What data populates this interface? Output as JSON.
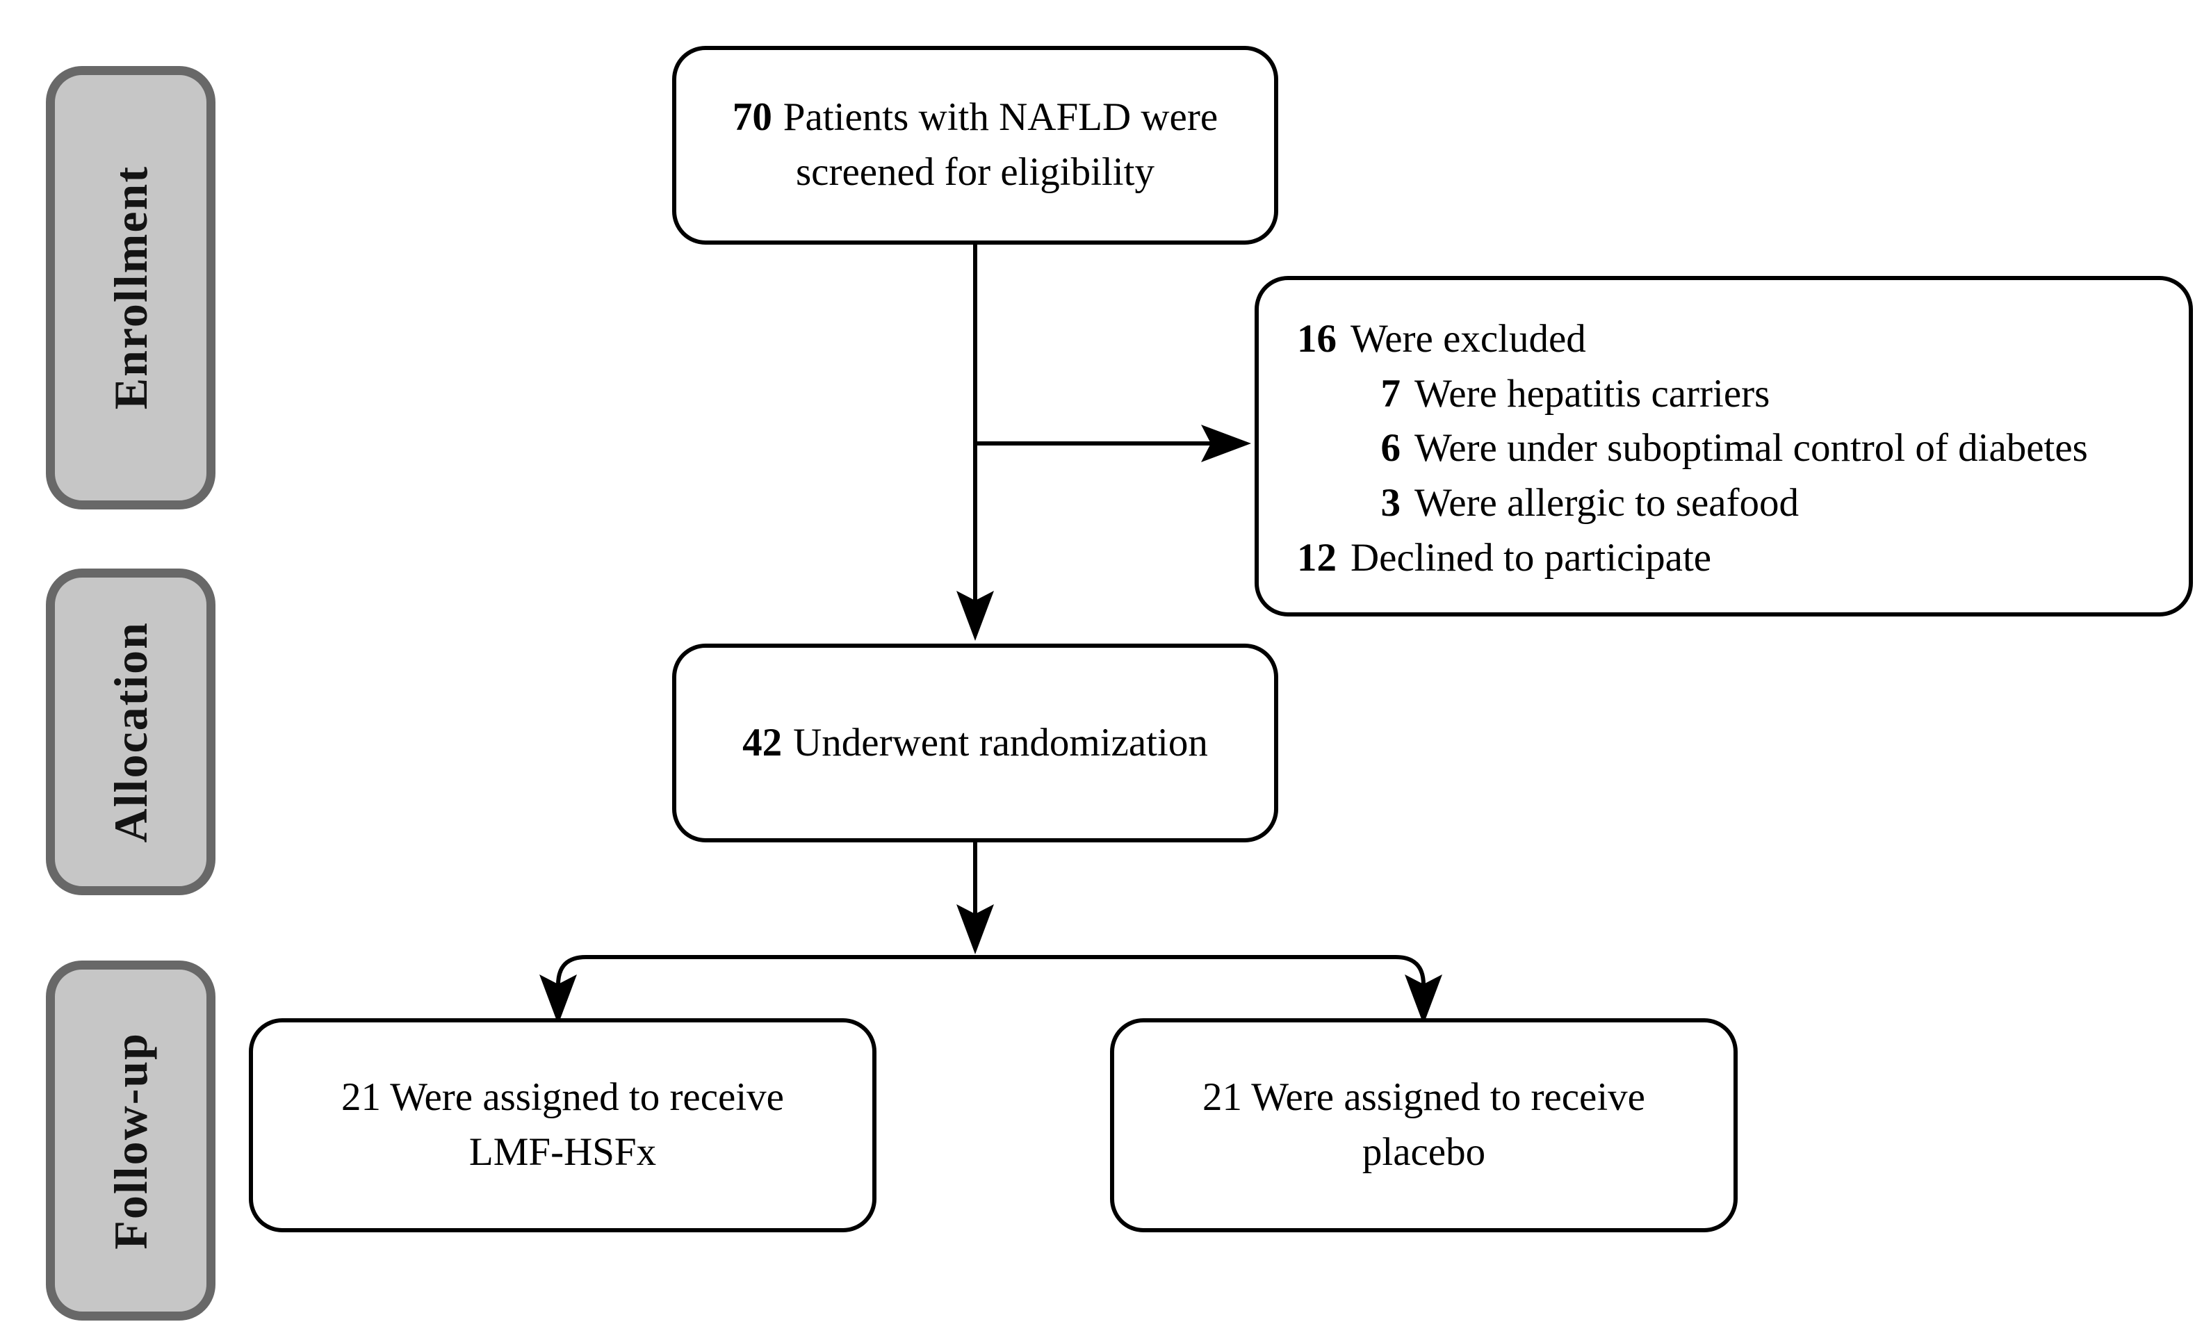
{
  "stages": [
    {
      "label": "Enrollment"
    },
    {
      "label": "Allocation"
    },
    {
      "label": "Follow-up"
    }
  ],
  "boxes": {
    "screening": {
      "number": "70",
      "line1": "Patients with NAFLD were",
      "line2": "screened for eligibility"
    },
    "excluded": {
      "items": [
        {
          "number": "16",
          "text": "Were excluded"
        },
        {
          "number": "7",
          "text": "Were hepatitis carriers"
        },
        {
          "number": "6",
          "text": "Were under suboptimal control of diabetes"
        },
        {
          "number": "3",
          "text": "Were allergic to seafood"
        },
        {
          "number": "12",
          "text": "Declined to participate"
        }
      ]
    },
    "randomization": {
      "number": "42",
      "text": "Underwent randomization"
    },
    "arm_left": {
      "line1": "21 Were assigned to receive",
      "line2": "LMF-HSFx"
    },
    "arm_right": {
      "line1": "21 Were assigned to receive",
      "line2": "placebo"
    }
  },
  "colors": {
    "stage_fill": "#c6c6c6",
    "stage_border": "#686868",
    "box_border": "#000000",
    "text": "#000000"
  }
}
